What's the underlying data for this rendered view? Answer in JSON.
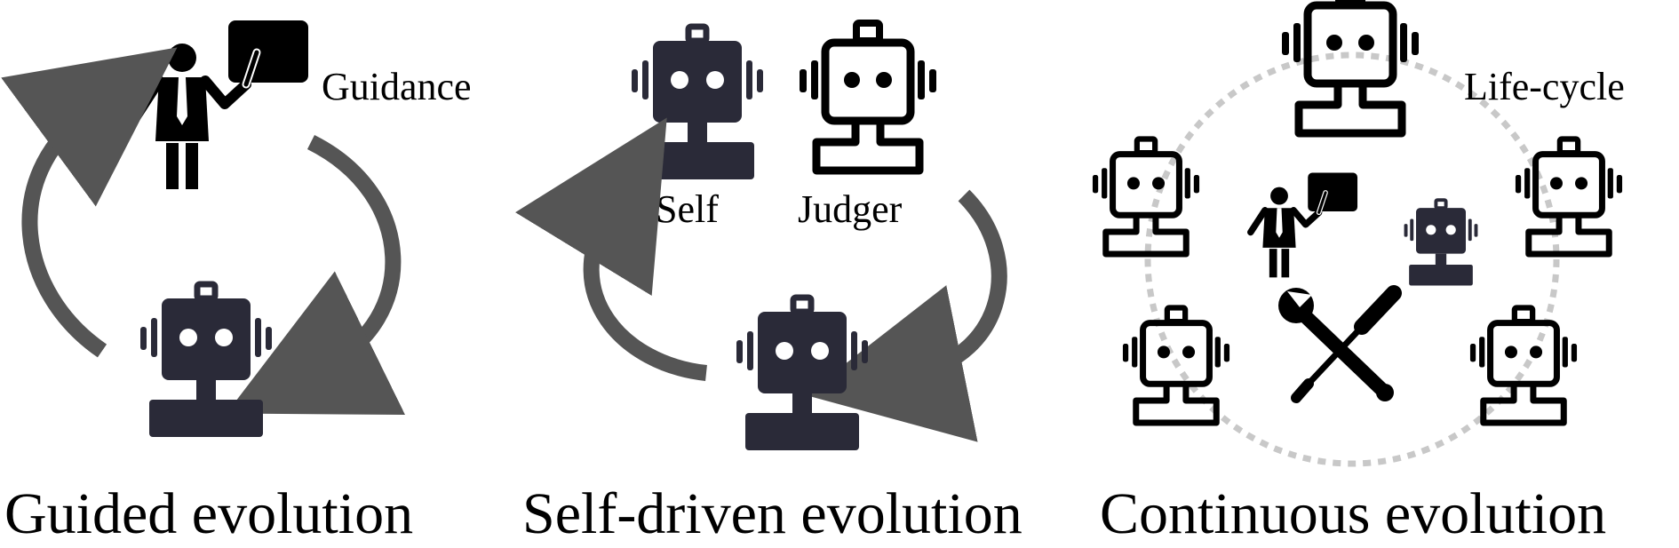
{
  "panels": [
    {
      "id": "guided",
      "title": "Guided evolution",
      "labels": {
        "teacher": "Guidance"
      }
    },
    {
      "id": "self-driven",
      "title": "Self-driven evolution",
      "labels": {
        "left_robot": "Self",
        "right_robot": "Judger"
      }
    },
    {
      "id": "continuous",
      "title": "Continuous evolution",
      "labels": {
        "cycle": "Life-cycle"
      }
    }
  ],
  "colors": {
    "robot_filled": "#2a2a38",
    "outline": "#000000",
    "arrow": "#555555",
    "dashed_circle": "#c8c8c8",
    "text": "#000000"
  },
  "icons": [
    "teacher-icon",
    "robot-filled-icon",
    "robot-outline-icon",
    "wrench-screwdriver-icon",
    "cycle-arrow-icon"
  ]
}
